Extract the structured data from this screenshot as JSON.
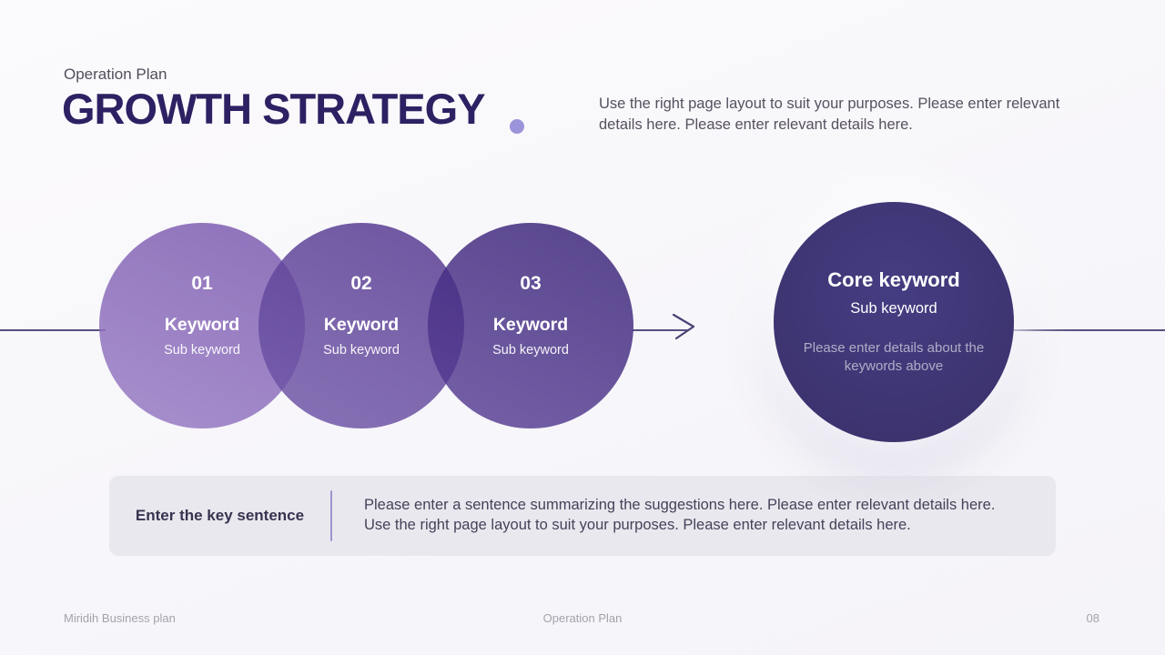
{
  "slide": {
    "eyebrow": "Operation Plan",
    "title": "GROWTH STRATEGY",
    "intro": "Use the right page layout to suit your purposes. Please enter relevant details here. Please enter relevant details here."
  },
  "colors": {
    "title_text": "#2d2163",
    "accent_dot": "#9b94da",
    "step1_fill": "#9c82c2",
    "step2_fill": "#7a64a8",
    "step3_fill": "#665298",
    "core_fill": "#3f3679",
    "timeline": "#565180",
    "summary_bg": "#e9e8ee",
    "background": "#f8f7fa"
  },
  "diagram": {
    "steps": [
      {
        "number": "01",
        "keyword": "Keyword",
        "sub_keyword": "Sub keyword"
      },
      {
        "number": "02",
        "keyword": "Keyword",
        "sub_keyword": "Sub keyword"
      },
      {
        "number": "03",
        "keyword": "Keyword",
        "sub_keyword": "Sub keyword"
      }
    ],
    "core": {
      "title": "Core keyword",
      "sub_keyword": "Sub keyword",
      "detail": "Please enter details about the keywords above"
    }
  },
  "summary": {
    "label": "Enter the key sentence",
    "text": "Please enter a sentence summarizing the suggestions here. Please enter relevant details here. Use the right page layout to suit your purposes. Please enter relevant details here."
  },
  "footer": {
    "left": "Miridih Business plan",
    "center": "Operation Plan",
    "page_number": "08"
  }
}
